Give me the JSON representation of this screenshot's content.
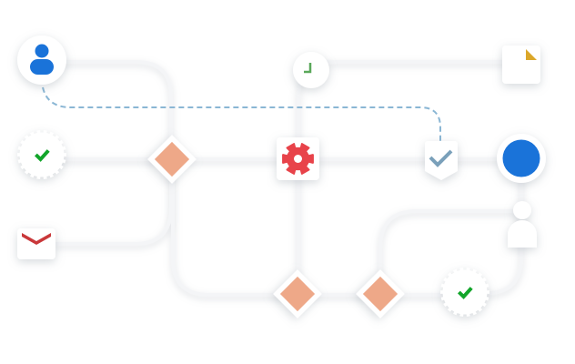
{
  "diagram": {
    "kind": "workflow-illustration",
    "colors": {
      "background": "#ffffff",
      "connector": "#f4f5f7",
      "connector_shadow": "#dfe2e7",
      "dashed": "#8ab6d4",
      "user_blue": "#1a73d9",
      "check_green": "#12a52a",
      "mail_red": "#c9383a",
      "gear_red": "#e8434a",
      "clock_green": "#5aa85a",
      "file_gold": "#dba72a",
      "decision_fill": "#eea888",
      "shield_check": "#7aa0ba",
      "node_white": "#ffffff",
      "person_gray": "#ffffff"
    },
    "nodes": [
      {
        "id": "user",
        "icon": "user-icon"
      },
      {
        "id": "approved-top",
        "icon": "check-badge-icon"
      },
      {
        "id": "mail",
        "icon": "mail-icon"
      },
      {
        "id": "decision-1",
        "icon": "decision-diamond-icon"
      },
      {
        "id": "clock",
        "icon": "clock-icon"
      },
      {
        "id": "settings",
        "icon": "gear-icon"
      },
      {
        "id": "file",
        "icon": "file-icon"
      },
      {
        "id": "shield",
        "icon": "shield-check-icon"
      },
      {
        "id": "end",
        "icon": "end-circle-icon"
      },
      {
        "id": "person",
        "icon": "person-icon"
      },
      {
        "id": "decision-2",
        "icon": "decision-diamond-icon"
      },
      {
        "id": "decision-3",
        "icon": "decision-diamond-icon"
      },
      {
        "id": "approved-bottom",
        "icon": "check-badge-icon"
      }
    ]
  }
}
